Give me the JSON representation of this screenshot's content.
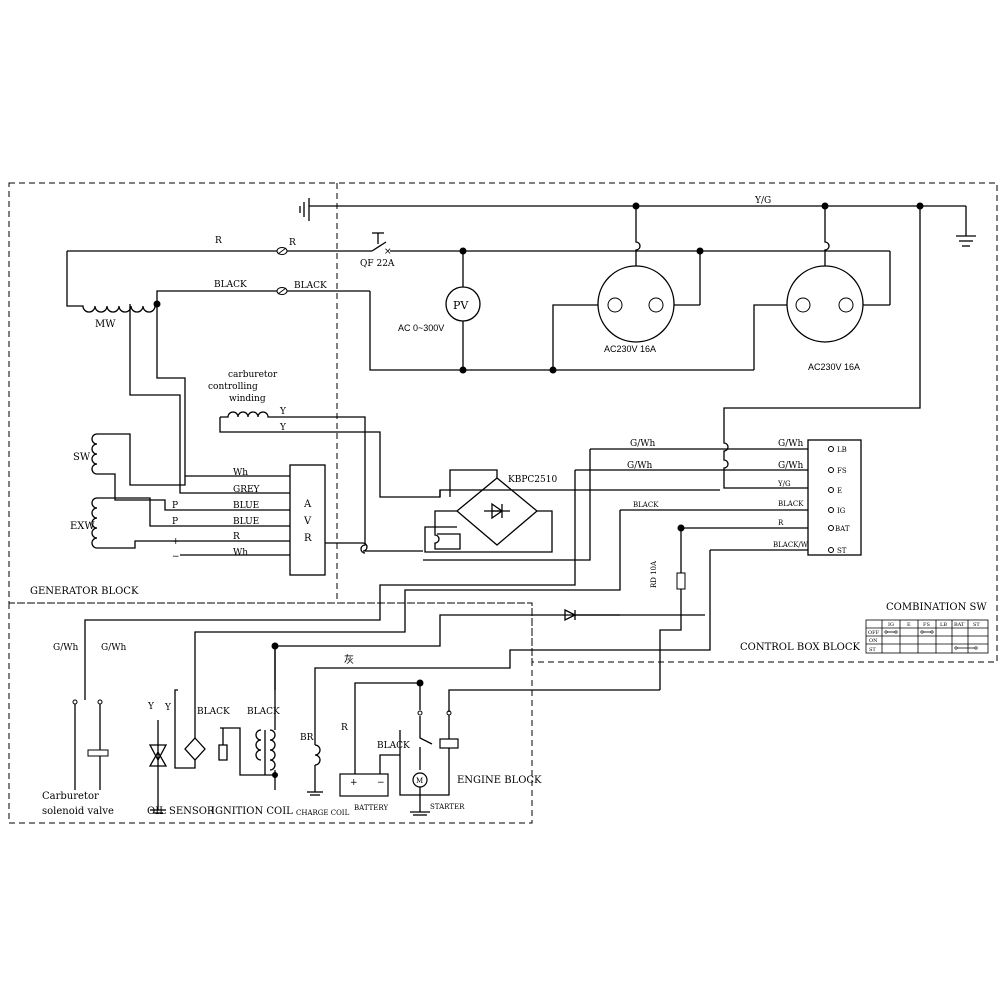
{
  "blocks": {
    "generator": "GENERATOR BLOCK",
    "control_box": "CONTROL BOX BLOCK",
    "engine": "ENGINE BLOCK",
    "combination_sw": "COMBINATION SW"
  },
  "wires": {
    "r": "R",
    "black": "BLACK",
    "yg": "Y/G",
    "y": "Y",
    "wh": "Wh",
    "grey": "GREY",
    "blue": "BLUE",
    "p": "P",
    "gwh": "G/Wh",
    "black_wh": "BLACK/Wh",
    "br": "BR",
    "grey_cn": "灰",
    "plus": "+",
    "minus": "−"
  },
  "components": {
    "mw": "MW",
    "sw": "SW",
    "exw": "EXW",
    "avr": [
      "A",
      "V",
      "R"
    ],
    "breaker": "QF 22A",
    "voltmeter": "PV",
    "voltmeter_range": "AC 0~300V",
    "socket1": "AC230V 16A",
    "socket2": "AC230V 16A",
    "rectifier": "KBPC2510",
    "carb_winding": [
      "carburetor",
      "controlling",
      "winding"
    ],
    "fuse": "RD 10A",
    "carb_valve": [
      "Carburetor",
      "solenoid valve"
    ],
    "oil_sensor": "OIL SENSOR",
    "ignition_coil": "IGNITION COIL",
    "charge_coil": "CHARGE COIL",
    "battery": "BATTERY",
    "starter": "STARTER",
    "motor": "M"
  },
  "switch_terminals": [
    "LB",
    "FS",
    "E",
    "IG",
    "BAT",
    "ST"
  ],
  "combination_table": {
    "headers": [
      "IG",
      "E",
      "FS",
      "LB",
      "BAT",
      "ST"
    ],
    "rows": [
      "OFF",
      "ON",
      "ST"
    ]
  }
}
